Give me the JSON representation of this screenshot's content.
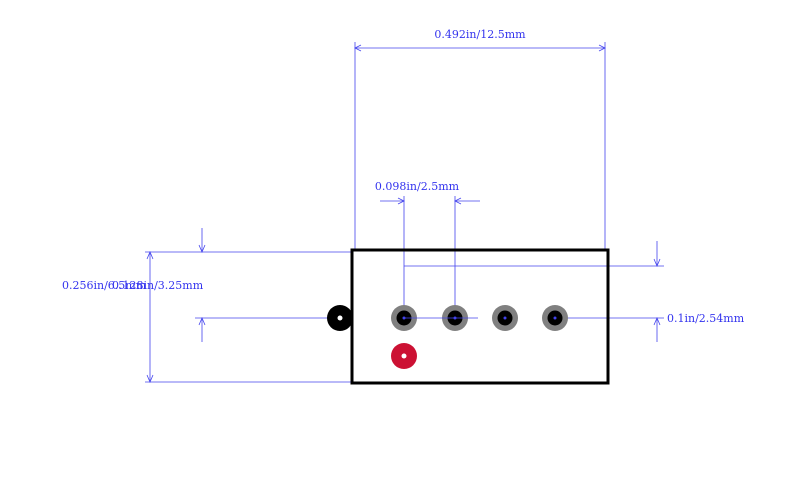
{
  "dimensions": {
    "overall_width": "0.492in/12.5mm",
    "pin_pitch_top": "0.098in/2.5mm",
    "left_height_a": "0.256in/6.5mm",
    "left_height_b": "0.128in/3.25mm",
    "right_pitch": "0.1in/2.54mm"
  },
  "colors": {
    "dimension": "#3333ee",
    "outline": "#000000",
    "outline_inner": "#cc3333",
    "pad_ring": "#808080",
    "pad_hole": "#000000",
    "pin1_marker": "#000000",
    "red_marker": "#cc1133"
  }
}
